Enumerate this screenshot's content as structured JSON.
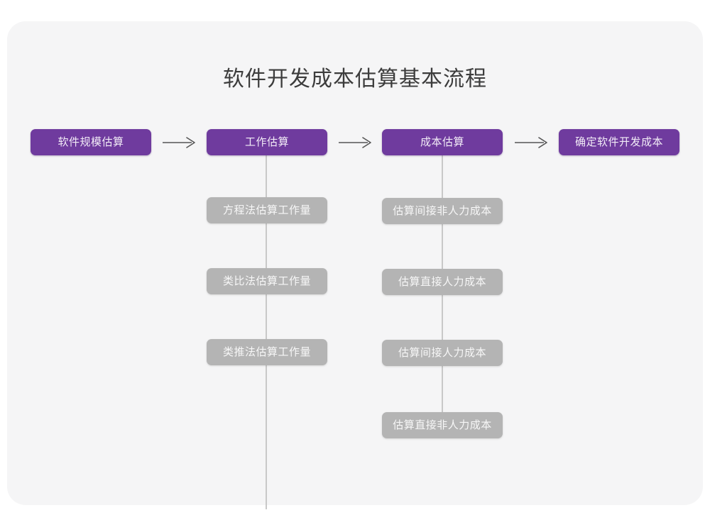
{
  "card": {
    "background": "#f5f5f6"
  },
  "title": "软件开发成本估算基本流程",
  "colors": {
    "primary": "#6f3b9e",
    "primary_text": "#f2ecf7",
    "secondary": "#b4b4b4",
    "secondary_text": "#f7f7f7",
    "connector": "#c8c8c8",
    "arrow": "#555555",
    "title_text": "#3c3c3c",
    "page_background": "#ffffff"
  },
  "flow": {
    "stages": [
      {
        "id": "stage-1",
        "label": "软件规模估算",
        "substeps": []
      },
      {
        "id": "stage-2",
        "label": "工作估算",
        "substeps": [
          "方程法估算工作量",
          "类比法估算工作量",
          "类推法估算工作量"
        ]
      },
      {
        "id": "stage-3",
        "label": "成本估算",
        "substeps": [
          "估算间接非人力成本",
          "估算直接人力成本",
          "估算间接人力成本",
          "估算直接非人力成本"
        ]
      },
      {
        "id": "stage-4",
        "label": "确定软件开发成本",
        "substeps": []
      }
    ],
    "connector_arrows": [
      {
        "from": "stage-1",
        "to": "stage-2",
        "glyph": "arrow-right-icon"
      },
      {
        "from": "stage-2",
        "to": "stage-3",
        "glyph": "arrow-right-icon"
      },
      {
        "from": "stage-3",
        "to": "stage-4",
        "glyph": "arrow-right-icon"
      }
    ]
  }
}
